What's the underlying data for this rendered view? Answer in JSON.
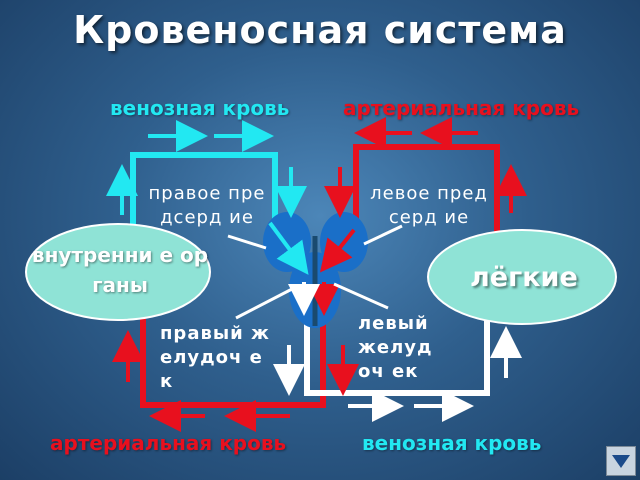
{
  "title": "Кровеносная система",
  "labels": {
    "top_venous": "венозная кровь",
    "top_arterial": "артериальная кровь",
    "bottom_arterial": "артериальная кровь",
    "bottom_venous": "венозная кровь"
  },
  "chambers": {
    "right_atrium": "правое предсерд ие",
    "left_atrium": "левое предсерд ие",
    "right_ventricle": "правый желудоч ек",
    "left_ventricle": "левый желудоч ек"
  },
  "organs": {
    "internal": "внутренни е органы",
    "lungs": "лёгкие"
  },
  "colors": {
    "venous": "#22e8f2",
    "arterial": "#e8101e",
    "heart": "#1a6fc8",
    "organ_fill": "#8fe3d6"
  },
  "icons": {
    "nav": "triangle-down-icon"
  }
}
